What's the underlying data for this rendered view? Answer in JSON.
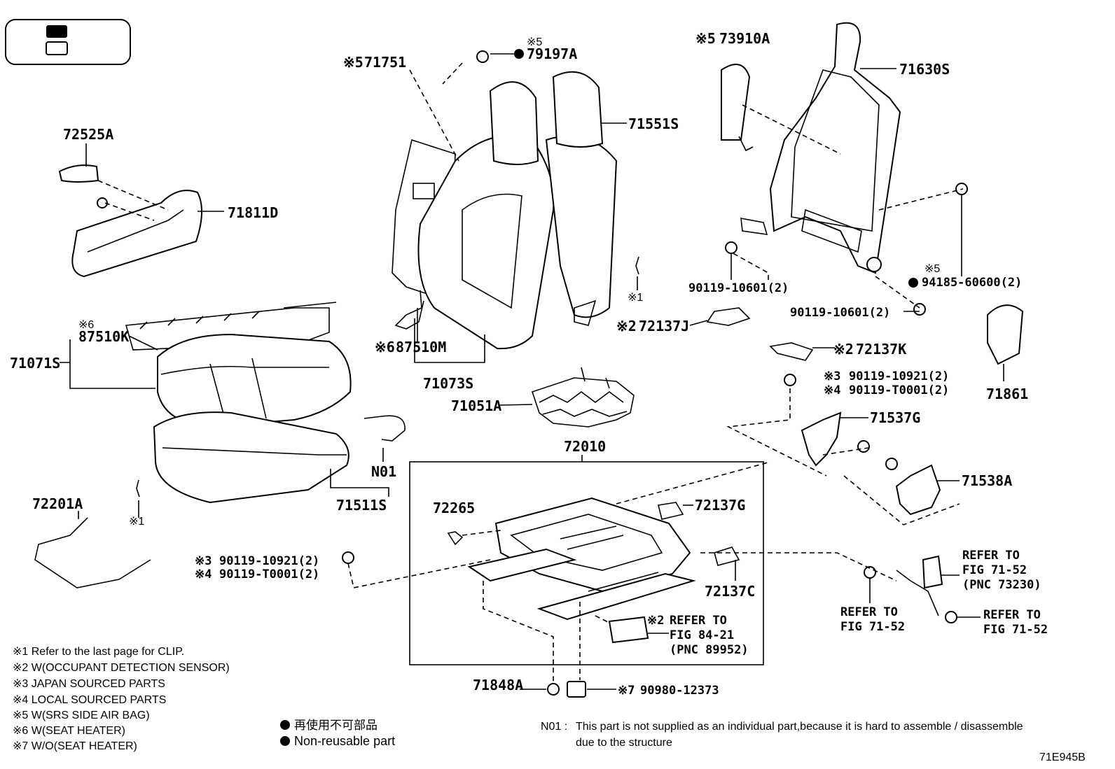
{
  "parts": {
    "p71751": "71751",
    "p71751_note": "※5",
    "p79197A": "79197A",
    "p79197A_note": "※5",
    "p73910A": "73910A",
    "p73910A_note": "※5",
    "p71630S": "71630S",
    "p72525A": "72525A",
    "p71811D": "71811D",
    "p71551S": "71551S",
    "pClip1": "※1",
    "p72137J": "72137J",
    "p72137J_note": "※2",
    "p90119_10601_a": "90119-10601(2)",
    "p94185": "94185-60600(2)",
    "p94185_note": "※5",
    "p90119_10601_b": "90119-10601(2)",
    "p72137K": "72137K",
    "p72137K_note": "※2",
    "p71861": "71861",
    "p87510K": "87510K",
    "p87510K_note": "※6",
    "p71071S": "71071S",
    "p87510M": "87510M",
    "p87510M_note": "※6",
    "p71073S": "71073S",
    "p71051A": "71051A",
    "p90119_10921_r": "90119-10921(2)",
    "p90119_10921_r_note": "※3",
    "p90119_T0001_r": "90119-T0001(2)",
    "p90119_T0001_r_note": "※4",
    "p71537G": "71537G",
    "p72010": "72010",
    "pN01": "N01",
    "p71511S": "71511S",
    "p71538A": "71538A",
    "p72201A": "72201A",
    "pClip2": "※1",
    "p72265": "72265",
    "p72137G": "72137G",
    "p90119_10921_l": "90119-10921(2)",
    "p90119_10921_l_note": "※3",
    "p90119_T0001_l": "90119-T0001(2)",
    "p90119_T0001_l_note": "※4",
    "p72137C": "72137C",
    "p71848A": "71848A",
    "p90980": "90980-12373",
    "p90980_note": "※7"
  },
  "refs": {
    "ref_73230_l1": "REFER TO",
    "ref_73230_l2": "FIG 71-52",
    "ref_73230_l3": "(PNC 73230)",
    "ref_mid_l1": "REFER TO",
    "ref_mid_l2": "FIG 71-52",
    "ref_right_l1": "REFER TO",
    "ref_right_l2": "FIG 71-52",
    "ref_84_note": "※2",
    "ref_84_l1": "REFER TO",
    "ref_84_l2": "FIG 84-21",
    "ref_84_l3": "(PNC 89952)"
  },
  "legend": [
    "※1  Refer to the last page for CLIP.",
    "※2  W(OCCUPANT DETECTION SENSOR)",
    "※3  JAPAN SOURCED PARTS",
    "※4  LOCAL SOURCED PARTS",
    "※5  W(SRS SIDE AIR BAG)",
    "※6 W(SEAT HEATER)",
    "※7 W/O(SEAT HEATER)"
  ],
  "bullet_legend": {
    "jp": "再使用不可部品",
    "en": "Non-reusable part"
  },
  "n01_note": {
    "label": "N01 :",
    "line1": "This part is not supplied as an individual part,because it is hard to assemble / disassemble",
    "line2": "due to the structure"
  },
  "figure_id": "71E945B"
}
